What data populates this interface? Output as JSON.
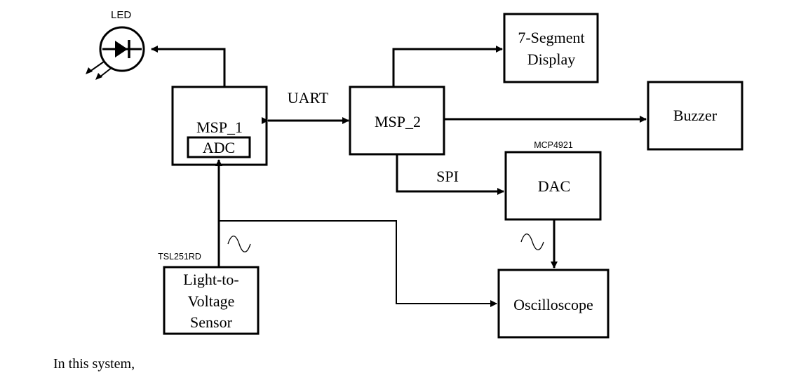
{
  "diagram": {
    "led": {
      "label": "LED"
    },
    "msp1": {
      "label": "MSP_1",
      "adc_label": "ADC"
    },
    "msp2": {
      "label": "MSP_2"
    },
    "uart_label": "UART",
    "spi_label": "SPI",
    "seven_segment": {
      "line1": "7-Segment",
      "line2": "Display"
    },
    "buzzer": {
      "label": "Buzzer"
    },
    "dac": {
      "label": "DAC",
      "part_number": "MCP4921"
    },
    "sensor": {
      "line1": "Light-to-",
      "line2": "Voltage",
      "line3": "Sensor",
      "part_number": "TSL251RD"
    },
    "oscilloscope": {
      "label": "Oscilloscope"
    }
  },
  "caption": "In this system,"
}
